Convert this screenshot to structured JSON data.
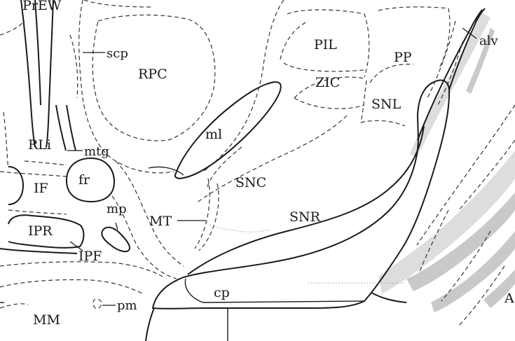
{
  "figure": {
    "labels": {
      "PrEW": "PrEW",
      "scp": "scp",
      "RPC": "RPC",
      "PIL": "PIL",
      "PP": "PP",
      "alv": "alv",
      "ZIC": "ZIC",
      "SNL": "SNL",
      "ml": "ml",
      "RLi": "RLi",
      "mtg": "mtg",
      "fr": "fr",
      "IF": "IF",
      "SNC": "SNC",
      "SNR": "SNR",
      "mp": "mp",
      "MT": "MT",
      "IPR": "IPR",
      "IPF": "IPF",
      "cp": "cp",
      "pm": "pm",
      "MM": "MM",
      "A": "A"
    }
  }
}
